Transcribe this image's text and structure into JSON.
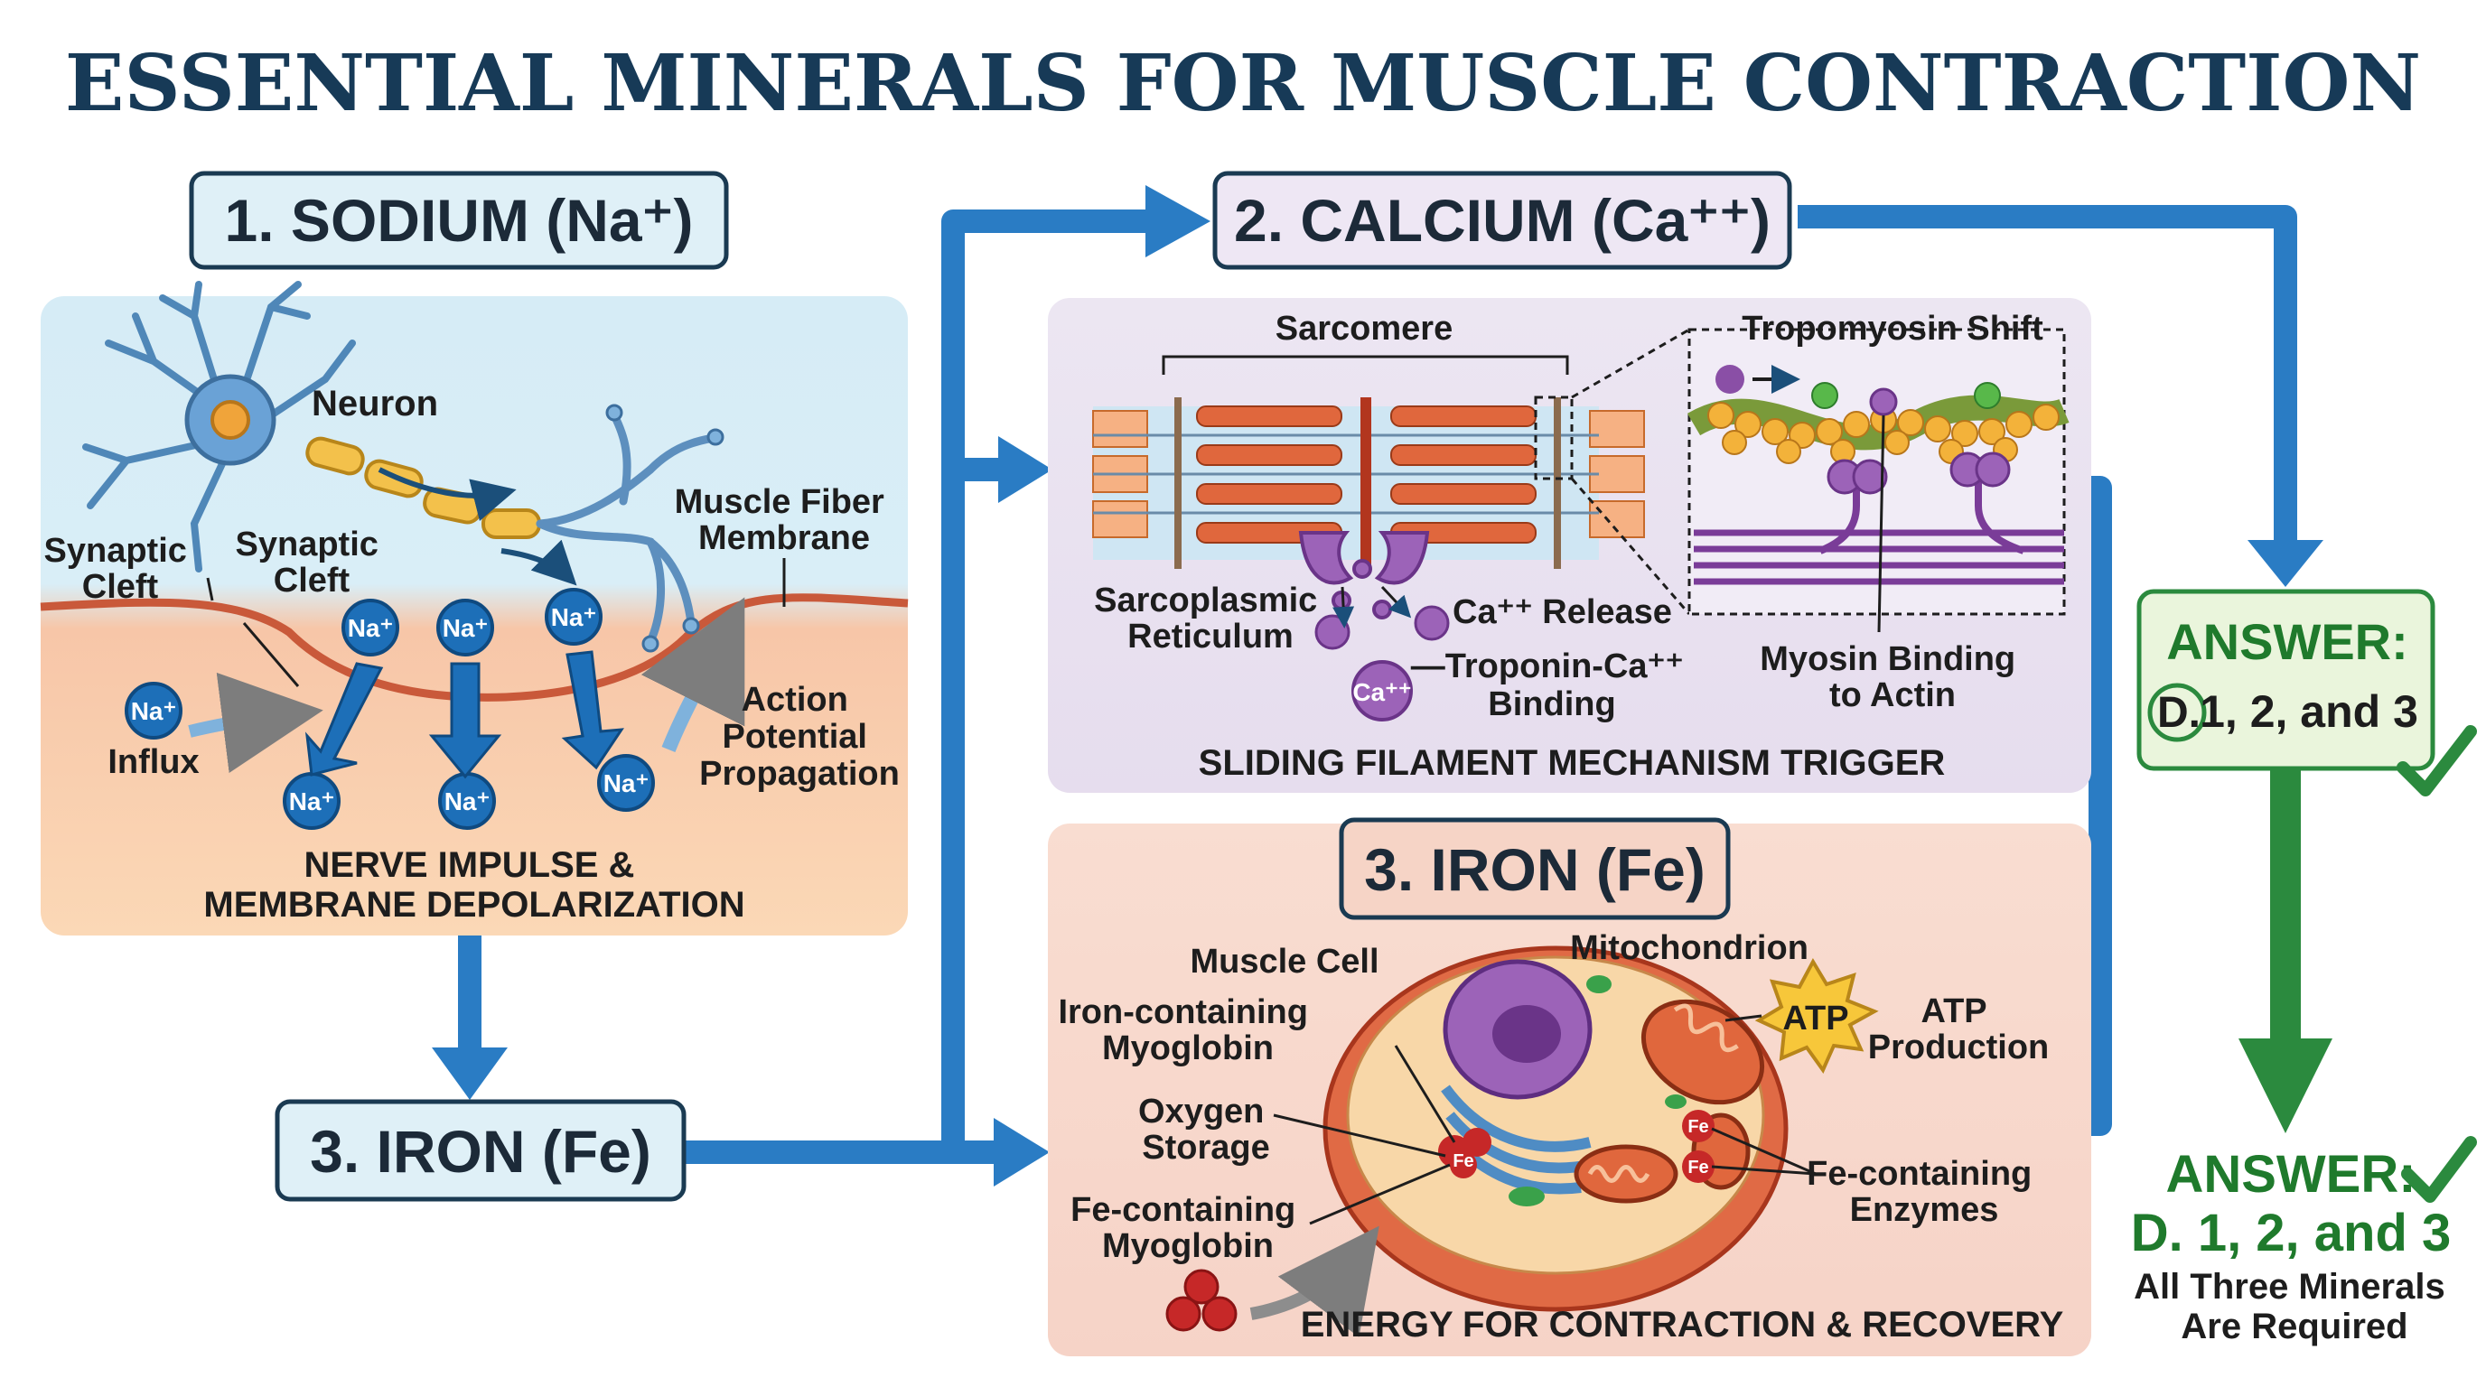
{
  "title": "ESSENTIAL MINERALS FOR MUSCLE CONTRACTION",
  "sodium": {
    "heading": "1. SODIUM (Na⁺)",
    "neuron": "Neuron",
    "synaptic_cleft_left": [
      "Synaptic",
      "Cleft"
    ],
    "synaptic_cleft_right": [
      "Synaptic",
      "Cleft"
    ],
    "muscle_fiber": [
      "Muscle Fiber",
      "Membrane"
    ],
    "influx": "Influx",
    "action_potential": [
      "Action",
      "Potential",
      "Propagation"
    ],
    "ion_label": "Na⁺",
    "caption": [
      "NERVE IMPULSE &",
      "MEMBRANE DEPOLARIZATION"
    ]
  },
  "calcium": {
    "heading": "2. CALCIUM (Ca⁺⁺)",
    "sarcomere": "Sarcomere",
    "tropomyosin": "Tropomyosin Shift",
    "sarcoplasmic": [
      "Sarcoplasmic",
      "Reticulum"
    ],
    "release": "Ca⁺⁺ Release",
    "troponin": [
      "—Troponin-Ca⁺⁺",
      "Binding"
    ],
    "ion_label": "Ca⁺⁺",
    "myosin": [
      "Myosin Binding",
      "to Actin"
    ],
    "caption": "SLIDING FILAMENT MECHANISM TRIGGER"
  },
  "iron_box": {
    "heading": "3. IRON (Fe)"
  },
  "iron": {
    "heading": "3. IRON (Fe)",
    "muscle_cell": "Muscle Cell",
    "mitochondrion": "Mitochondrion",
    "iron_myoglobin": [
      "Iron-containing",
      "Myoglobin"
    ],
    "oxygen_storage": [
      "Oxygen",
      "Storage"
    ],
    "fe_myoglobin": [
      "Fe-containing",
      "Myoglobin"
    ],
    "atp": "ATP",
    "atp_production": [
      "ATP",
      "Production"
    ],
    "fe_enzymes": [
      "Fe-containing",
      "Enzymes"
    ],
    "fe_label": "Fe",
    "caption": "ENERGY FOR CONTRACTION & RECOVERY"
  },
  "answer_box": {
    "title": "ANSWER:",
    "letter": "D.",
    "text": "1, 2, and 3"
  },
  "answer_final": {
    "title": "ANSWER:",
    "text": "D. 1, 2, and 3",
    "note": [
      "All Three Minerals",
      "Are Required"
    ]
  },
  "colors": {
    "title": "#173a57",
    "arrow_blue": "#2a7cc4",
    "arrow_green": "#2b8a3e",
    "answer_green": "#1f7a2c"
  }
}
